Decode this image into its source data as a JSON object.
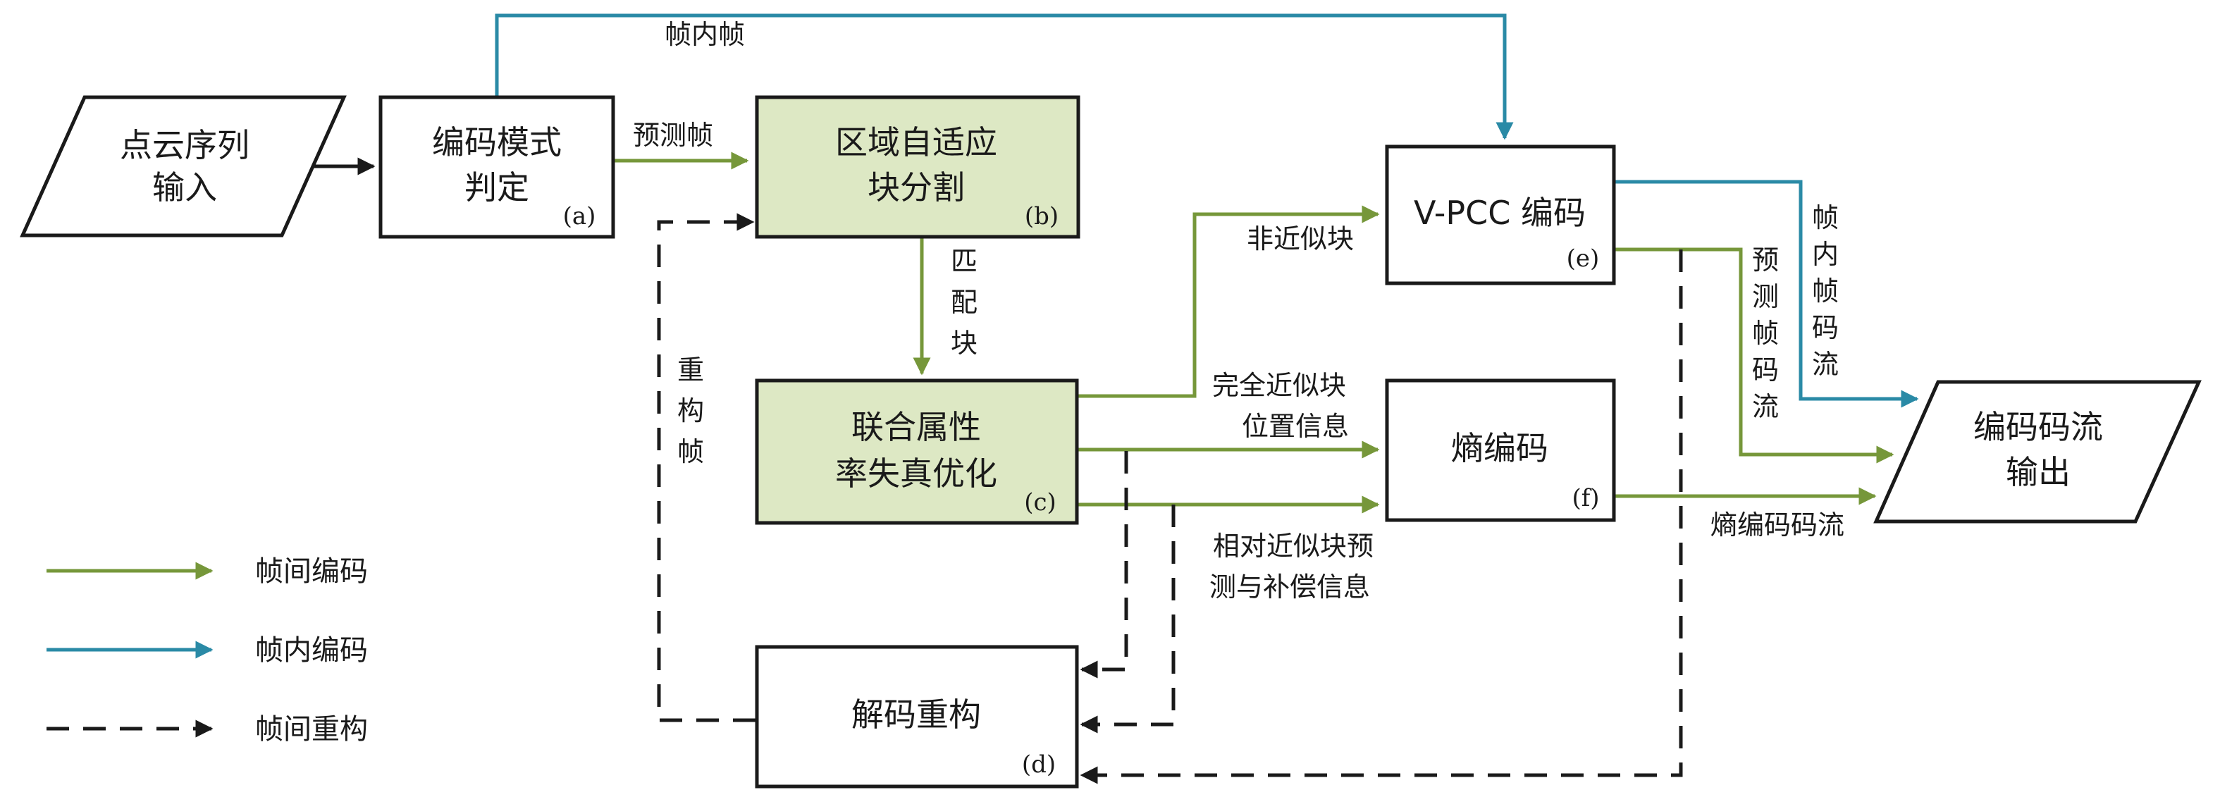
{
  "colors": {
    "inter": "#76973a",
    "intra": "#2a8aa6",
    "recon": "#1a1a1a",
    "highlight_fill": "#dde8c4",
    "box_border": "#1a1a1a"
  },
  "nodes": {
    "input": {
      "lines": [
        "点云序列",
        "输入"
      ]
    },
    "mode": {
      "lines": [
        "编码模式",
        "判定"
      ],
      "tag": "(a)"
    },
    "partition": {
      "lines": [
        "区域自适应",
        "块分割"
      ],
      "tag": "(b)"
    },
    "rdo": {
      "lines": [
        "联合属性",
        "率失真优化"
      ],
      "tag": "(c)"
    },
    "decode": {
      "lines": [
        "解码重构"
      ],
      "tag": "(d)"
    },
    "vpcc": {
      "lines": [
        "V-PCC 编码"
      ],
      "tag": "(e)"
    },
    "entropy": {
      "lines": [
        "熵编码"
      ],
      "tag": "(f)"
    },
    "output": {
      "lines": [
        "编码码流",
        "输出"
      ]
    }
  },
  "edge_labels": {
    "intra_frame": "帧内帧",
    "predicted_frame": "预测帧",
    "match_block": [
      "匹",
      "配",
      "块"
    ],
    "reconstructed_frame": [
      "重",
      "构",
      "帧"
    ],
    "non_similar_block": "非近似块",
    "fully_similar_block": [
      "完全近似块",
      "位置信息"
    ],
    "relative_similar_block": [
      "相对近似块预",
      "测与补偿信息"
    ],
    "intra_stream": [
      "帧",
      "内",
      "帧",
      "码",
      "流"
    ],
    "predicted_stream": [
      "预",
      "测",
      "帧",
      "码",
      "流"
    ],
    "entropy_stream": "熵编码码流"
  },
  "legend": [
    {
      "kind": "inter",
      "label": "帧间编码"
    },
    {
      "kind": "intra",
      "label": "帧内编码"
    },
    {
      "kind": "recon",
      "label": "帧间重构"
    }
  ]
}
